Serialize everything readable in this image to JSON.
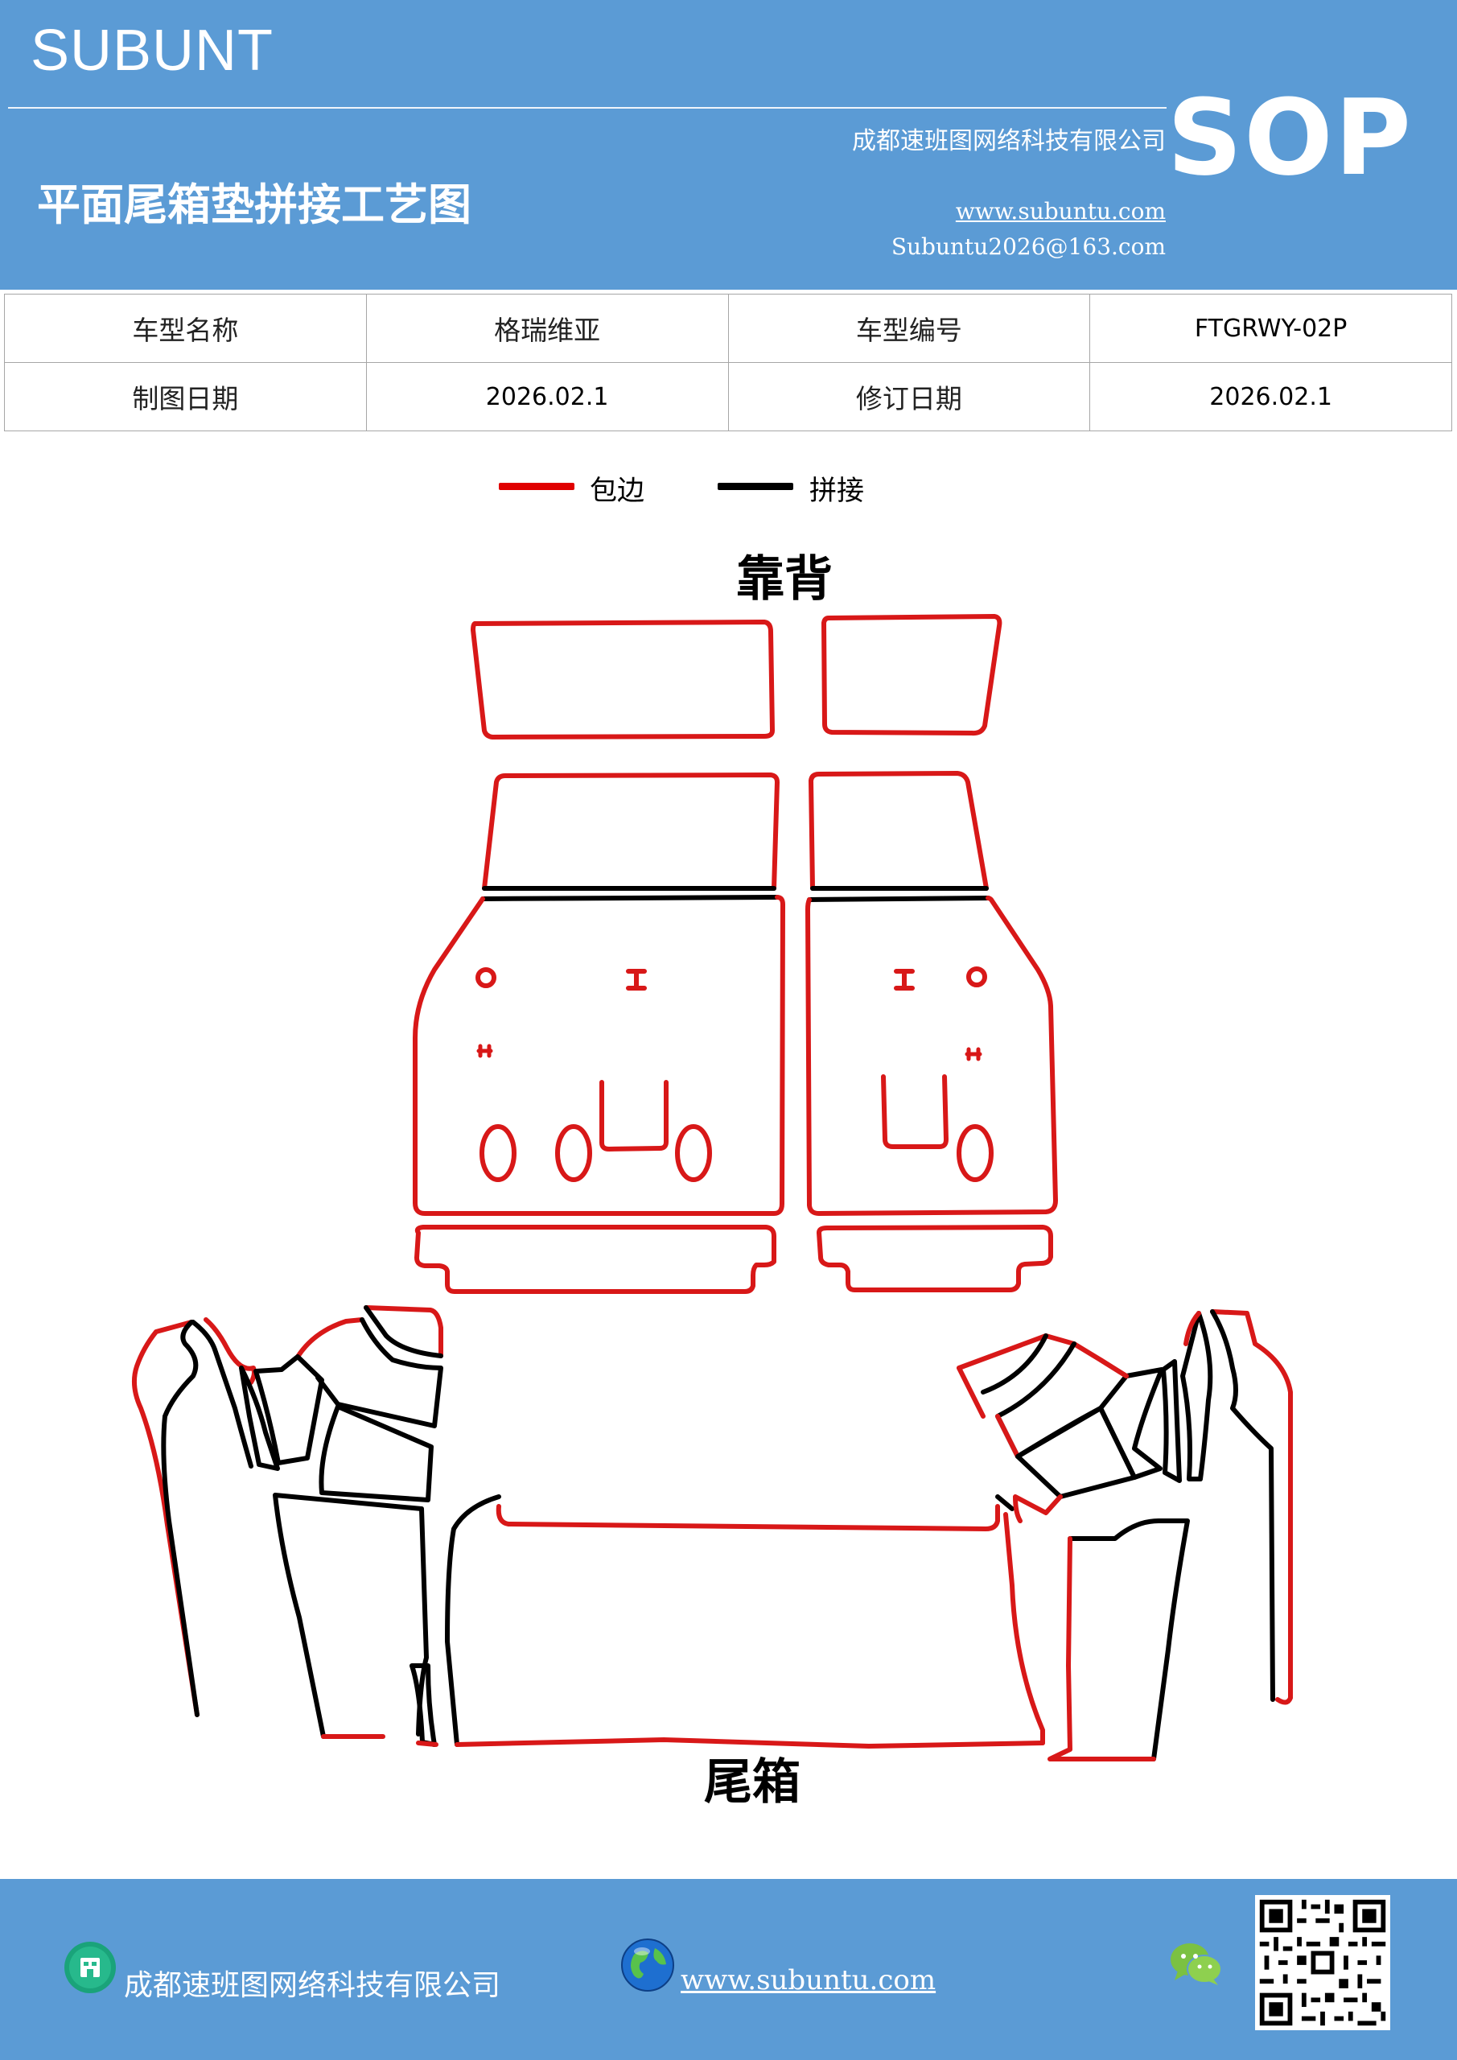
{
  "header": {
    "brand": "SUBUNT",
    "company": "成都速班图网络科技有限公司",
    "title": "平面尾箱垫拼接工艺图",
    "website": "www.subuntu.com",
    "email": "Subuntu2026@163.com",
    "badge": "SOP"
  },
  "info": {
    "model_name_label": "车型名称",
    "model_name_value": "格瑞维亚",
    "model_code_label": "车型编号",
    "model_code_value": "FTGRWY-02P",
    "draw_date_label": "制图日期",
    "draw_date_value": "2026.02.1",
    "revise_date_label": "修订日期",
    "revise_date_value": "2026.02.1"
  },
  "legend": {
    "edge_label": "包边",
    "edge_color": "#e00000",
    "splice_label": "拼接",
    "splice_color": "#000000"
  },
  "diagram": {
    "top_label": "靠背",
    "bottom_label": "尾箱"
  },
  "footer": {
    "company": "成都速班图网络科技有限公司",
    "website": "www.subuntu.com",
    "icons": [
      "building-icon",
      "globe-icon",
      "wechat-icon",
      "qr-code"
    ]
  },
  "colors": {
    "header_bg": "#5b9bd5",
    "edge": "#e00000",
    "splice": "#000000"
  }
}
